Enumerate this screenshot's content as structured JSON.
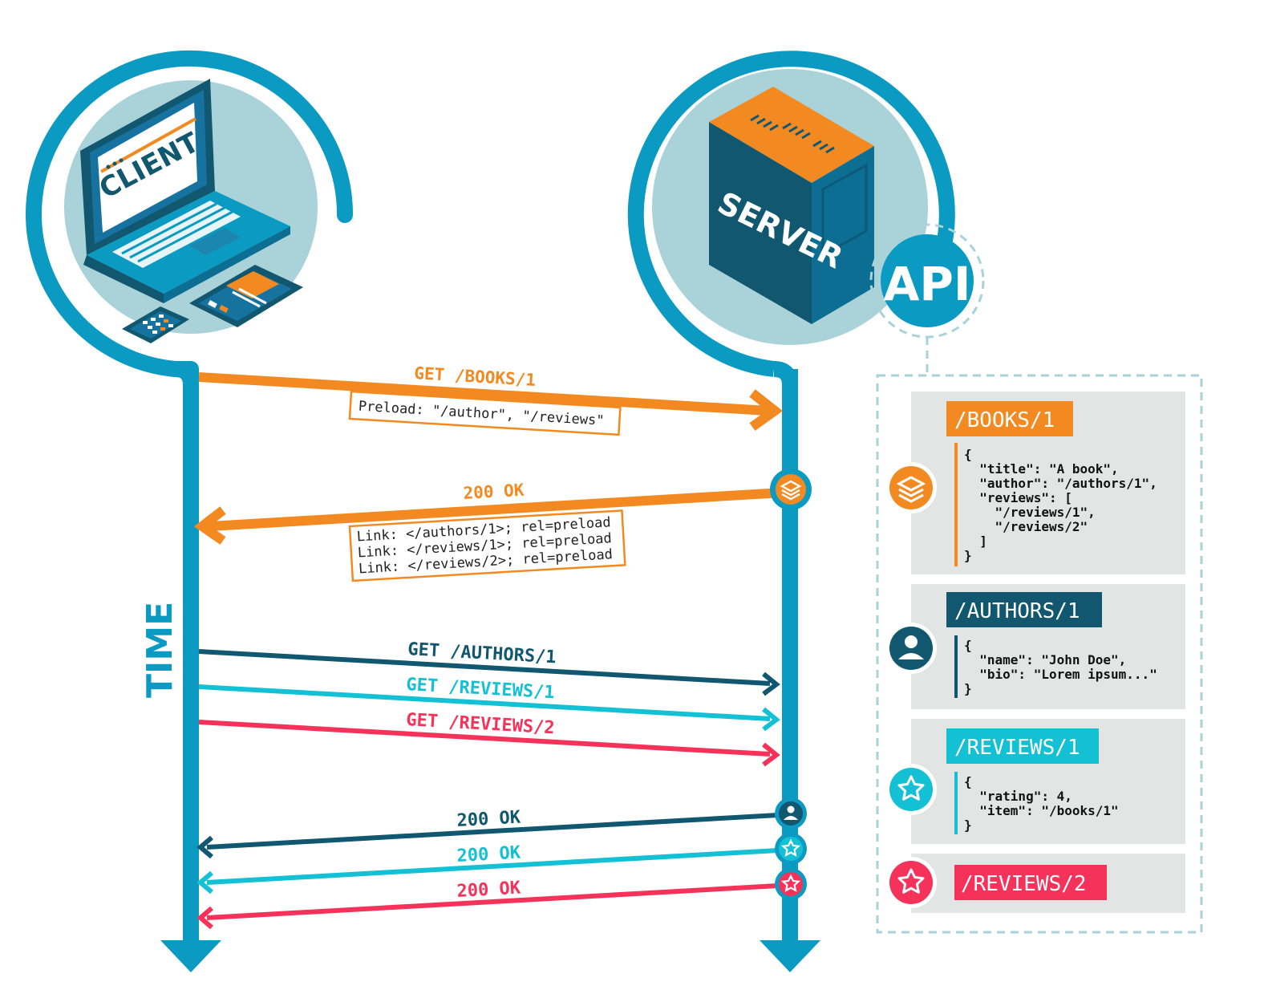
{
  "colors": {
    "teal": "#0b9ac2",
    "light_teal_bg": "#a9d2d9",
    "orange": "#f28a21",
    "dark_teal": "#10576f",
    "cyan": "#14c1d4",
    "red": "#f5325a",
    "panel_bg": "#e3e5e5",
    "white": "#ffffff"
  },
  "actors": {
    "client_label": "CLIENT",
    "server_label": "SERVER",
    "api_label": "API"
  },
  "timeline": {
    "time_label": "TIME"
  },
  "messages": {
    "req_books": "GET /BOOKS/1",
    "req_books_header": "Preload: \"/author\", \"/reviews\"",
    "resp_books_status": "200 OK",
    "resp_books_links": [
      "Link: </authors/1>; rel=preload",
      "Link: </reviews/1>; rel=preload",
      "Link: </reviews/2>; rel=preload"
    ],
    "req_authors": "GET /AUTHORS/1",
    "req_reviews1": "GET /REVIEWS/1",
    "req_reviews2": "GET /REVIEWS/2",
    "resp_authors": "200 OK",
    "resp_reviews1": "200 OK",
    "resp_reviews2": "200 OK"
  },
  "api_resources": [
    {
      "path": "/BOOKS/1",
      "icon": "books-icon",
      "color": "#f28a21",
      "json_lines": [
        "{",
        "  \"title\": \"A book\",",
        "  \"author\": \"/authors/1\",",
        "  \"reviews\": [",
        "    \"/reviews/1\",",
        "    \"/reviews/2\"",
        "  ]",
        "}"
      ]
    },
    {
      "path": "/AUTHORS/1",
      "icon": "user-icon",
      "color": "#10576f",
      "json_lines": [
        "{",
        "  \"name\": \"John Doe\",",
        "  \"bio\": \"Lorem ipsum...\"",
        "}"
      ]
    },
    {
      "path": "/REVIEWS/1",
      "icon": "star-icon",
      "color": "#14c1d4",
      "json_lines": [
        "{",
        "  \"rating\": 4,",
        "  \"item\": \"/books/1\"",
        "}"
      ]
    },
    {
      "path": "/REVIEWS/2",
      "icon": "star-icon",
      "color": "#f5325a",
      "json_lines": []
    }
  ]
}
